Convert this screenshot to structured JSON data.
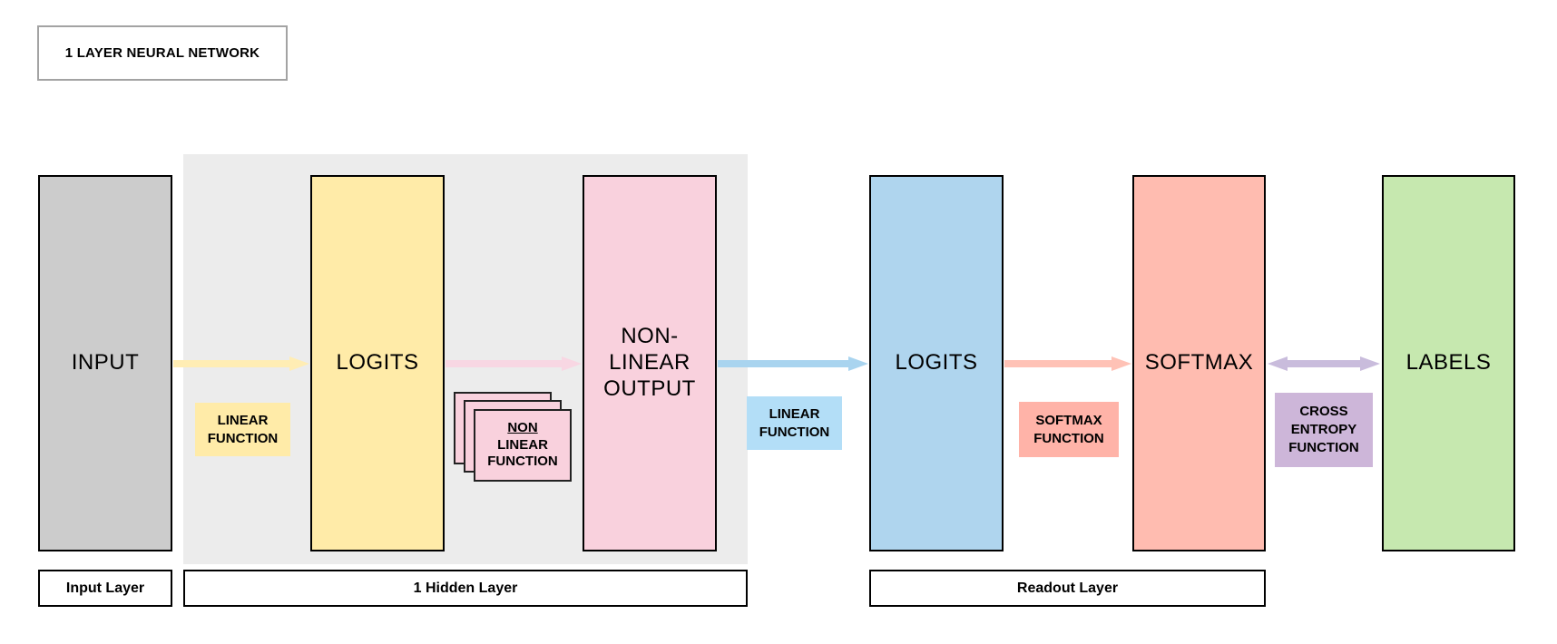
{
  "title": "1 LAYER NEURAL NETWORK",
  "region": {
    "hidden_layer_bg": "#ececec"
  },
  "nodes": [
    {
      "id": "input",
      "label": "INPUT",
      "fill": "#cccccc"
    },
    {
      "id": "hidden-logits",
      "label": "LOGITS",
      "fill": "#ffeba8"
    },
    {
      "id": "non-linear-output",
      "label": "NON- LINEAR OUTPUT",
      "fill": "#f9d1dd"
    },
    {
      "id": "readout-logits",
      "label": "LOGITS",
      "fill": "#afd5ee"
    },
    {
      "id": "softmax",
      "label": "SOFTMAX",
      "fill": "#ffbcb0"
    },
    {
      "id": "labels",
      "label": "LABELS",
      "fill": "#c6e8af"
    }
  ],
  "edges": [
    {
      "id": "linear-function-hidden",
      "label": "LINEAR FUNCTION",
      "direction": "right",
      "arrow_color": "#ffedb4",
      "highlight_color": "#ffeba8"
    },
    {
      "id": "non-linear-function",
      "label_lines": [
        "NON",
        "LINEAR",
        "FUNCTION"
      ],
      "direction": "right",
      "arrow_color": "#f8d7e3",
      "highlight_color": "#f9d1dd"
    },
    {
      "id": "linear-function-readout",
      "label": "LINEAR FUNCTION",
      "direction": "right",
      "arrow_color": "#a9d4ef",
      "highlight_color": "#b3def7"
    },
    {
      "id": "softmax-function",
      "label": "SOFTMAX FUNCTION",
      "direction": "right",
      "arrow_color": "#ffc2b6",
      "highlight_color": "#ffb3a8"
    },
    {
      "id": "cross-entropy-function",
      "label": "CROSS ENTROPY FUNCTION",
      "direction": "both",
      "arrow_color": "#c9bcdc",
      "highlight_color": "#cdb6d9"
    }
  ],
  "layer_labels": [
    {
      "id": "input-layer",
      "label": "Input Layer"
    },
    {
      "id": "hidden-layer",
      "label": "1 Hidden Layer"
    },
    {
      "id": "readout-layer",
      "label": "Readout Layer"
    }
  ]
}
